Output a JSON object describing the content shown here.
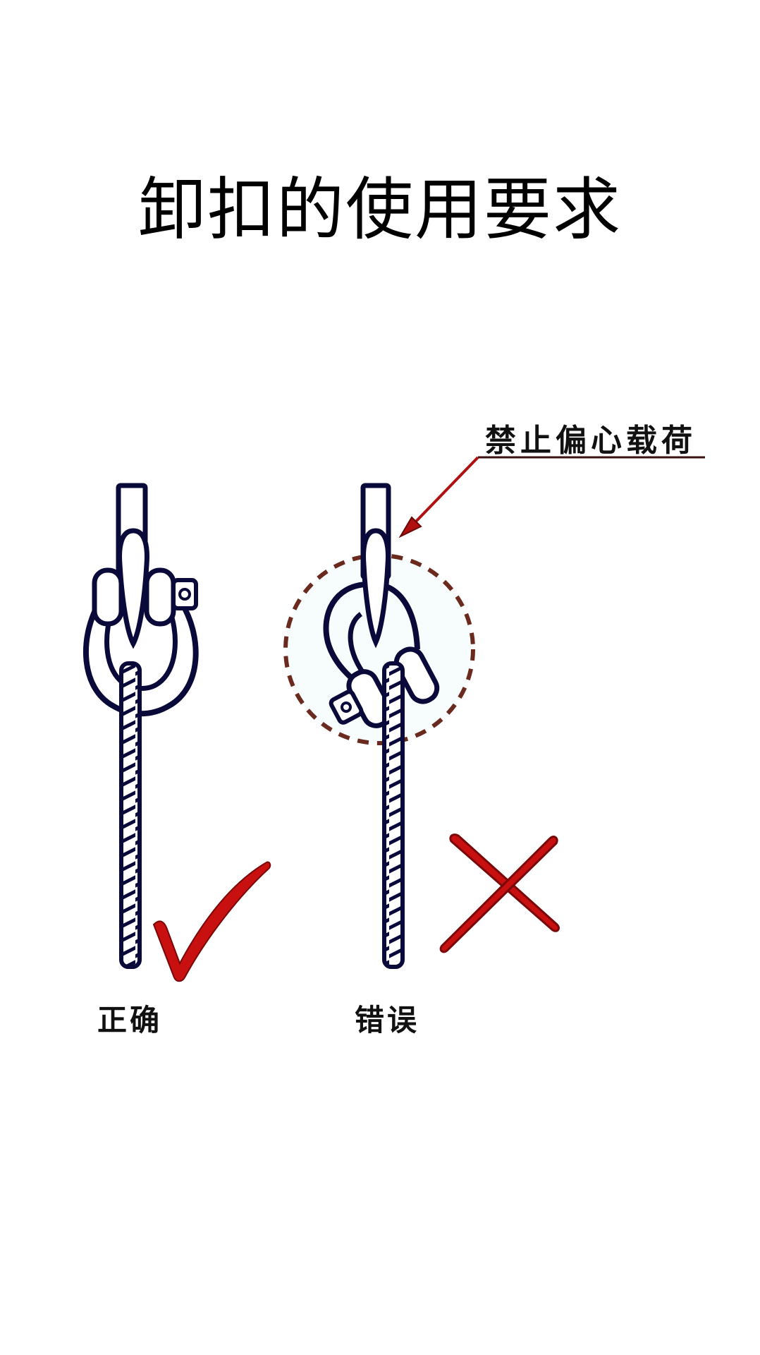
{
  "title": "卸扣的使用要求",
  "callout": {
    "label": "禁止偏心载荷",
    "color": "#b01010"
  },
  "panels": [
    {
      "id": "correct",
      "caption": "正确",
      "mark": "check-mark",
      "mark_color": "#d01010",
      "description": "shackle loaded centrally on hook, pin horizontal at top"
    },
    {
      "id": "wrong",
      "caption": "错误",
      "mark": "cross-mark",
      "mark_color": "#d01010",
      "description": "shackle tilted, eccentric loading, circled with dashed line"
    }
  ],
  "colors": {
    "outline": "#0a0a3a",
    "highlight_circle": "#6b2a1e",
    "mark_red": "#d01010",
    "background": "#ffffff"
  }
}
